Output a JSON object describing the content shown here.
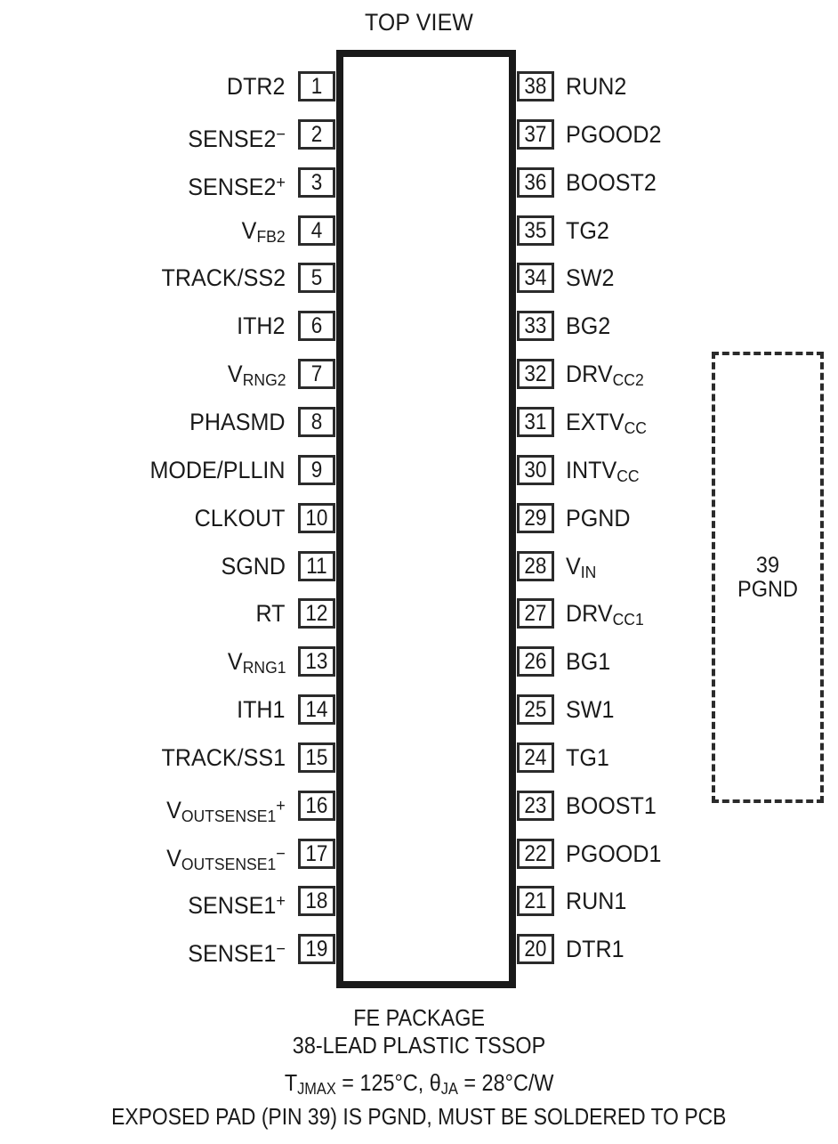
{
  "diagram": {
    "title": "TOP VIEW",
    "exposed_pad": {
      "pin_number": "39",
      "name": "PGND"
    }
  },
  "pins": {
    "left": [
      {
        "number": "1",
        "label": "DTR2",
        "base": "DTR2",
        "sub": "",
        "sup": ""
      },
      {
        "number": "2",
        "label": "SENSE2−",
        "base": "SENSE2",
        "sub": "",
        "sup": "−"
      },
      {
        "number": "3",
        "label": "SENSE2+",
        "base": "SENSE2",
        "sub": "",
        "sup": "+"
      },
      {
        "number": "4",
        "label": "VFB2",
        "base": "V",
        "sub": "FB2",
        "sup": ""
      },
      {
        "number": "5",
        "label": "TRACK/SS2",
        "base": "TRACK/SS2",
        "sub": "",
        "sup": ""
      },
      {
        "number": "6",
        "label": "ITH2",
        "base": "ITH2",
        "sub": "",
        "sup": ""
      },
      {
        "number": "7",
        "label": "VRNG2",
        "base": "V",
        "sub": "RNG2",
        "sup": ""
      },
      {
        "number": "8",
        "label": "PHASMD",
        "base": "PHASMD",
        "sub": "",
        "sup": ""
      },
      {
        "number": "9",
        "label": "MODE/PLLIN",
        "base": "MODE/PLLIN",
        "sub": "",
        "sup": ""
      },
      {
        "number": "10",
        "label": "CLKOUT",
        "base": "CLKOUT",
        "sub": "",
        "sup": ""
      },
      {
        "number": "11",
        "label": "SGND",
        "base": "SGND",
        "sub": "",
        "sup": ""
      },
      {
        "number": "12",
        "label": "RT",
        "base": "RT",
        "sub": "",
        "sup": ""
      },
      {
        "number": "13",
        "label": "VRNG1",
        "base": "V",
        "sub": "RNG1",
        "sup": ""
      },
      {
        "number": "14",
        "label": "ITH1",
        "base": "ITH1",
        "sub": "",
        "sup": ""
      },
      {
        "number": "15",
        "label": "TRACK/SS1",
        "base": "TRACK/SS1",
        "sub": "",
        "sup": ""
      },
      {
        "number": "16",
        "label": "VOUTSENSE1+",
        "base": "V",
        "sub": "OUTSENSE1",
        "sup": "+"
      },
      {
        "number": "17",
        "label": "VOUTSENSE1−",
        "base": "V",
        "sub": "OUTSENSE1",
        "sup": "−"
      },
      {
        "number": "18",
        "label": "SENSE1+",
        "base": "SENSE1",
        "sub": "",
        "sup": "+"
      },
      {
        "number": "19",
        "label": "SENSE1−",
        "base": "SENSE1",
        "sub": "",
        "sup": "−"
      }
    ],
    "right": [
      {
        "number": "38",
        "label": "RUN2",
        "base": "RUN2",
        "sub": "",
        "sup": ""
      },
      {
        "number": "37",
        "label": "PGOOD2",
        "base": "PGOOD2",
        "sub": "",
        "sup": ""
      },
      {
        "number": "36",
        "label": "BOOST2",
        "base": "BOOST2",
        "sub": "",
        "sup": ""
      },
      {
        "number": "35",
        "label": "TG2",
        "base": "TG2",
        "sub": "",
        "sup": ""
      },
      {
        "number": "34",
        "label": "SW2",
        "base": "SW2",
        "sub": "",
        "sup": ""
      },
      {
        "number": "33",
        "label": "BG2",
        "base": "BG2",
        "sub": "",
        "sup": ""
      },
      {
        "number": "32",
        "label": "DRVCC2",
        "base": "DRV",
        "sub": "CC2",
        "sup": ""
      },
      {
        "number": "31",
        "label": "EXTVCC",
        "base": "EXTV",
        "sub": "CC",
        "sup": ""
      },
      {
        "number": "30",
        "label": "INTVCC",
        "base": "INTV",
        "sub": "CC",
        "sup": ""
      },
      {
        "number": "29",
        "label": "PGND",
        "base": "PGND",
        "sub": "",
        "sup": ""
      },
      {
        "number": "28",
        "label": "VIN",
        "base": "V",
        "sub": "IN",
        "sup": ""
      },
      {
        "number": "27",
        "label": "DRVCC1",
        "base": "DRV",
        "sub": "CC1",
        "sup": ""
      },
      {
        "number": "26",
        "label": "BG1",
        "base": "BG1",
        "sub": "",
        "sup": ""
      },
      {
        "number": "25",
        "label": "SW1",
        "base": "SW1",
        "sub": "",
        "sup": ""
      },
      {
        "number": "24",
        "label": "TG1",
        "base": "TG1",
        "sub": "",
        "sup": ""
      },
      {
        "number": "23",
        "label": "BOOST1",
        "base": "BOOST1",
        "sub": "",
        "sup": ""
      },
      {
        "number": "22",
        "label": "PGOOD1",
        "base": "PGOOD1",
        "sub": "",
        "sup": ""
      },
      {
        "number": "21",
        "label": "RUN1",
        "base": "RUN1",
        "sub": "",
        "sup": ""
      },
      {
        "number": "20",
        "label": "DTR1",
        "base": "DTR1",
        "sub": "",
        "sup": ""
      }
    ]
  },
  "caption": {
    "package_name": "FE PACKAGE",
    "package_type": "38-LEAD PLASTIC TSSOP",
    "thermal": {
      "tjmax_prefix": "T",
      "tjmax_sub": "JMAX",
      "tjmax_value": " = 125°C, ",
      "theta_prefix": "θ",
      "theta_sub": "JA",
      "theta_value": " = 28°C/W"
    },
    "note": "EXPOSED PAD (PIN 39) IS PGND, MUST BE SOLDERED TO PCB"
  },
  "colors": {
    "ink": "#1a1a1a",
    "outline": "#2b2b2b",
    "background": "#ffffff"
  }
}
